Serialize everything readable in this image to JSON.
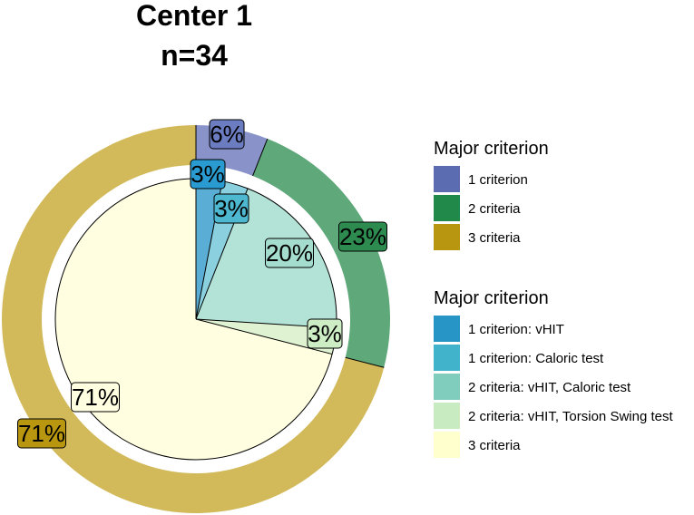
{
  "chart_data": {
    "type": "pie",
    "title": "Center  1",
    "subtitle": "n=34",
    "outer_ring": {
      "legend_title": "Major criterion",
      "slices": [
        {
          "name": "1 criterion",
          "value": 6,
          "label": "6%",
          "color": "#8a93c9",
          "key_color": "#5b6db0",
          "label_color": "#6b7cc0"
        },
        {
          "name": "2 criteria",
          "value": 23,
          "label": "23%",
          "color": "#5fa87a",
          "key_color": "#218a4a",
          "label_color": "#2e8b50"
        },
        {
          "name": "3 criteria",
          "value": 71,
          "label": "71%",
          "color": "#d2b95a",
          "key_color": "#b8960f",
          "label_color": "#b8960f"
        }
      ]
    },
    "inner_pie": {
      "legend_title": "Major criterion",
      "slices": [
        {
          "name": "1 criterion: vHIT",
          "value": 3,
          "label": "3%",
          "color": "#5aaed6",
          "key_color": "#2796c6",
          "label_color": "#2a9bd0"
        },
        {
          "name": "1 criterion: Caloric test",
          "value": 3,
          "label": "3%",
          "color": "#8ad0de",
          "key_color": "#41b3cb",
          "label_color": "#4db8cf"
        },
        {
          "name": "2 criteria: vHIT, Caloric test",
          "value": 20,
          "label": "20%",
          "color": "#b3e2d6",
          "key_color": "#80cdbd",
          "label_color": "#a4dccd"
        },
        {
          "name": "2 criteria: vHIT, Torsion Swing test",
          "value": 3,
          "label": "3%",
          "color": "#dff2d2",
          "key_color": "#c8ebc2",
          "label_color": "#cdeec4"
        },
        {
          "name": "3 criteria",
          "value": 71,
          "label": "71%",
          "color": "#fffee0",
          "key_color": "#ffffcd",
          "label_color": "#fffee0"
        }
      ]
    }
  }
}
